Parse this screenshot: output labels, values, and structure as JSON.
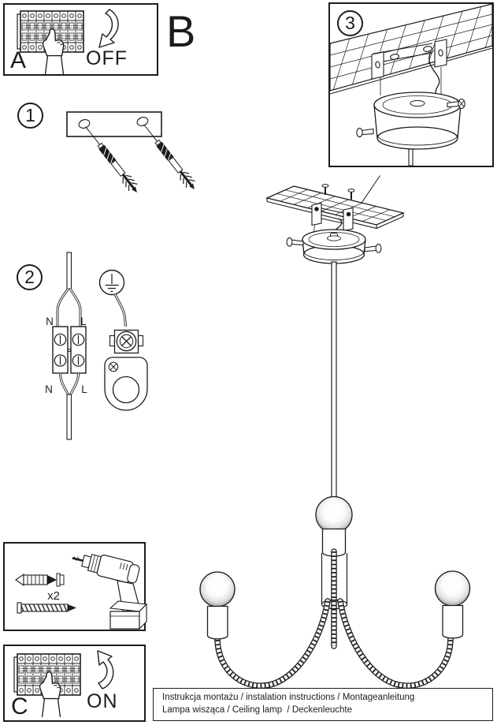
{
  "page": {
    "panel_a": {
      "letter": "A",
      "state": "OFF"
    },
    "section_label": "B",
    "detail_badge": "3",
    "step1_badge": "1",
    "step2_badge": "2",
    "wiring_labels": {
      "top_n": "N",
      "top_l": "L",
      "bottom_n": "N",
      "bottom_l": "L"
    },
    "tools": {
      "quantity_label": "x2"
    },
    "panel_c": {
      "letter": "C",
      "state": "ON"
    },
    "caption": {
      "line1": "Instrukcja montażu / instalation instructions / Montageanleitung",
      "line2": "Lampa wisząca / Ceiling lamp  / Deckenleuchte"
    }
  },
  "colors": {
    "ink": "#1c1c1c",
    "paper": "#ffffff"
  }
}
